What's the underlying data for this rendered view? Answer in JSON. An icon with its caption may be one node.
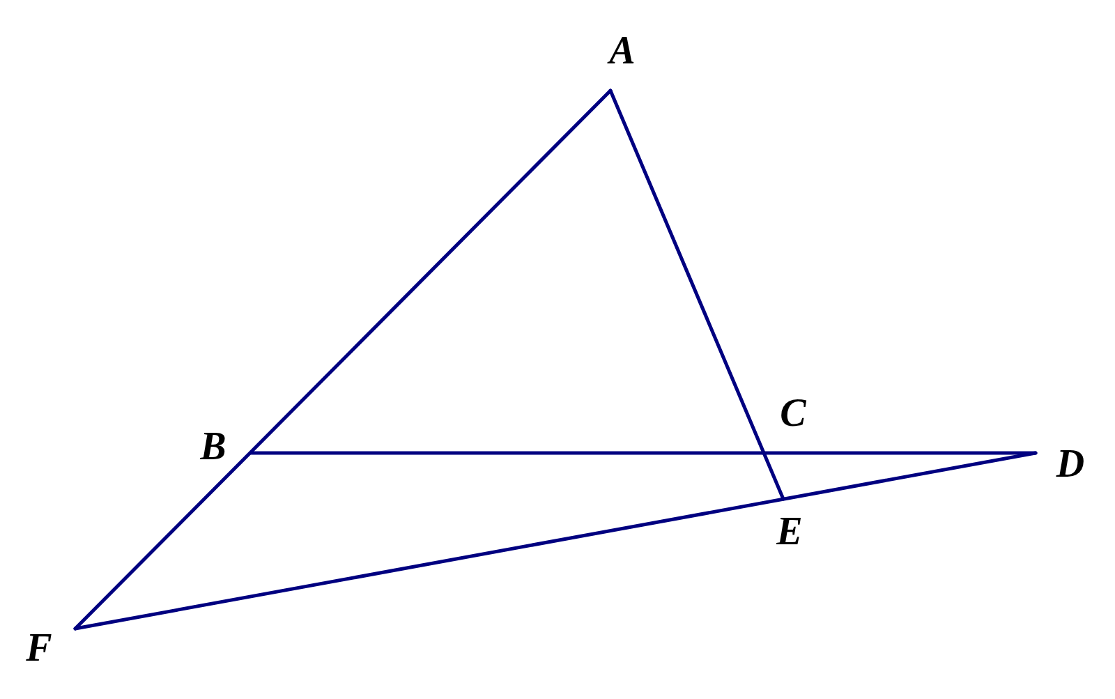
{
  "diagram": {
    "labels": [
      "A",
      "C",
      "B",
      "D",
      "E",
      "F"
    ]
  }
}
